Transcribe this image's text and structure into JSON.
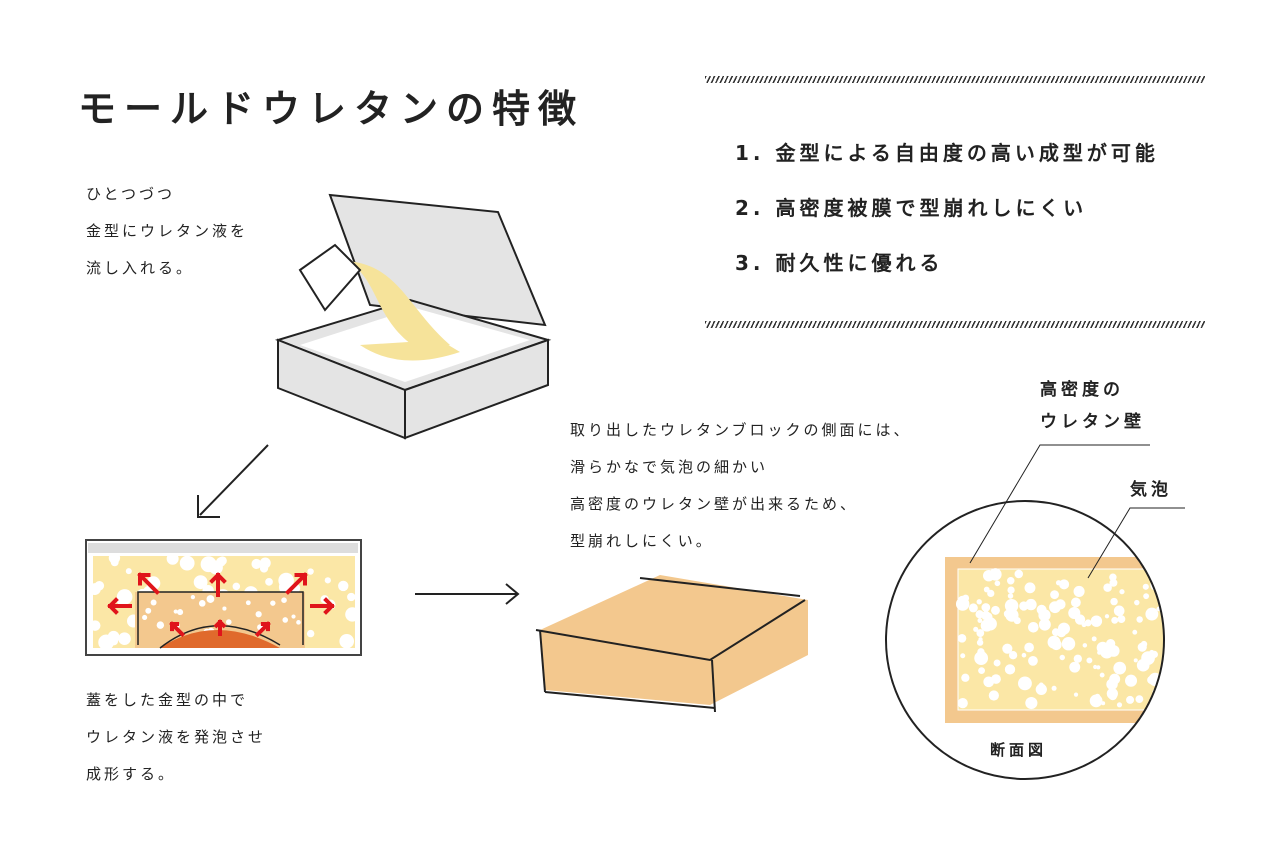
{
  "title": "モールドウレタンの特徴",
  "features": [
    "1. 金型による自由度の高い成型が可能",
    "2. 高密度被膜で型崩れしにくい",
    "3. 耐久性に優れる"
  ],
  "step1": {
    "lines": [
      "ひとつづつ",
      "金型にウレタン液を",
      "流し入れる。"
    ]
  },
  "step2": {
    "lines": [
      "蓋をした金型の中で",
      "ウレタン液を発泡させ",
      "成形する。"
    ]
  },
  "step3": {
    "lines": [
      "取り出したウレタンブロックの側面には、",
      "滑らかなで気泡の細かい",
      "高密度のウレタン壁が出来るため、",
      "型崩れしにくい。"
    ]
  },
  "cross_section": {
    "wall_label": [
      "高密度の",
      "ウレタン壁"
    ],
    "bubble_label": "気泡",
    "caption": "断面図"
  },
  "colors": {
    "foam": "#fbe7a6",
    "block": "#f3c88e",
    "core": "#e06a2c",
    "arrow": "#e0141b"
  }
}
